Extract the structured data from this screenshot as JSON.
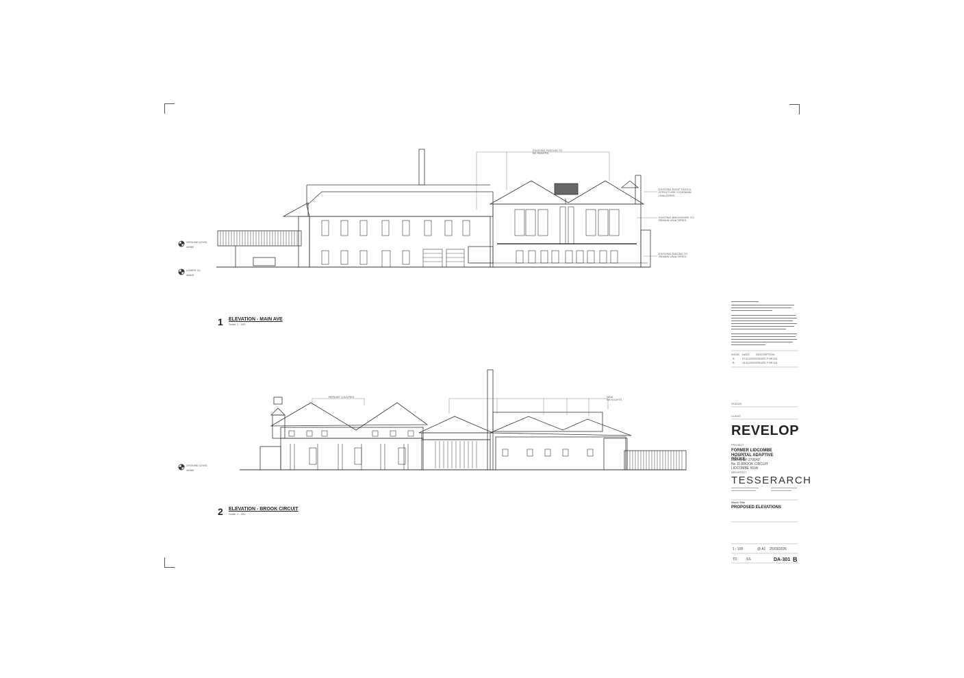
{
  "elevation_1": {
    "number": "1",
    "title": "ELEVATION - MAIN AVE",
    "scale": "Scale: 1 : 100",
    "levels": [
      {
        "label": "GROUND LEVEL",
        "value": "46580"
      },
      {
        "label": "LOWER GL",
        "value": "45600"
      }
    ],
    "notes": [
      "EXISTING FASCIAS TO BE PAINTED",
      "EXISTING ROOF TILES & STRUCTURE TO REMAIN UNALTERED",
      "EXISTING BRICKWORK TO REMAIN UNALTERED",
      "EXISTING RAILING TO REMAIN UNALTERED"
    ]
  },
  "elevation_2": {
    "number": "2",
    "title": "ELEVATION - BROOK CIRCUIT",
    "scale": "Scale: 1 : 100",
    "levels": [
      {
        "label": "GROUND LEVEL",
        "value": "46580"
      }
    ],
    "notes": [
      "REPAINT LOUVRES",
      "NEW SKYLIGHTS"
    ]
  },
  "title_block": {
    "issue_headers": {
      "issue": "ISSUE",
      "date": "DATE",
      "description": "DESCRIPTION"
    },
    "issues": [
      {
        "issue": "A",
        "date": "07/11/2025",
        "description": "ISSUED FOR DA"
      },
      {
        "issue": "B",
        "date": "14/11/2025",
        "description": "ISSUED FOR DA"
      }
    ],
    "status_label": "STATUS",
    "client_label": "CLIENT",
    "client": "REVELOP",
    "project_label": "PROJECT",
    "project_name": "FORMER LIDCOMBE HOSPITAL ADAPTIVE REUSE",
    "project_address": [
      "LOT 4, DP 270640",
      "No 11 BROOK CIRCUIT",
      "LIDCOMBE NSW"
    ],
    "architect_label": "ARCHITECT",
    "architect": "TESSERARCH",
    "drawing_title_label": "Sheet Title",
    "drawing_title": "PROPOSED ELEVATIONS",
    "scale": "1 : 100",
    "paper": "@ A1",
    "date": "25/03/2026",
    "drawn": "TD",
    "checked": "SS",
    "sheet_no": "DA-301",
    "revision": "B"
  }
}
